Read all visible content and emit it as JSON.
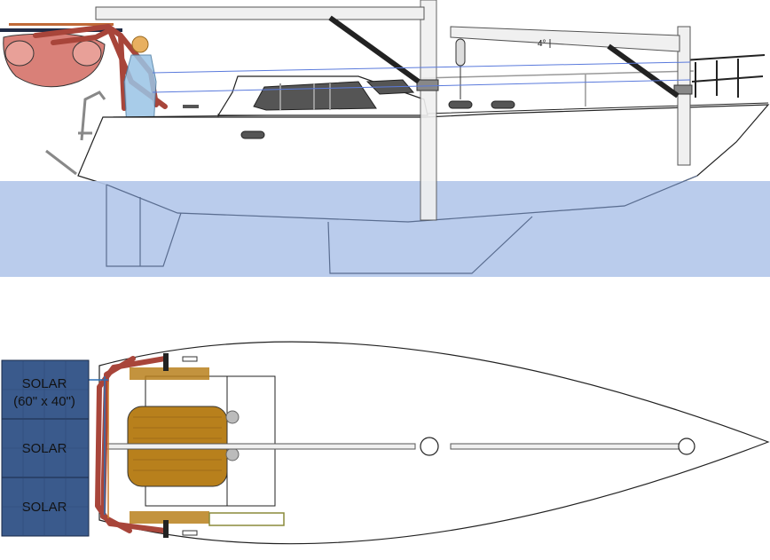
{
  "profile_view": {
    "angle_label": "4°"
  },
  "plan_view": {
    "solar_panels": [
      {
        "label": "SOLAR",
        "size_note": "(60\" x 40\")"
      },
      {
        "label": "SOLAR",
        "size_note": ""
      },
      {
        "label": "SOLAR",
        "size_note": ""
      }
    ]
  },
  "colors": {
    "water": "#b4c8ea",
    "arch_frame": "#a8453a",
    "dinghy": "#d98078",
    "solar_panel": "#3a5a8c",
    "teak": "#b8801c",
    "spar": "#f0f0f0",
    "hull_outline": "#222222",
    "crew": "#9ac4e6"
  }
}
